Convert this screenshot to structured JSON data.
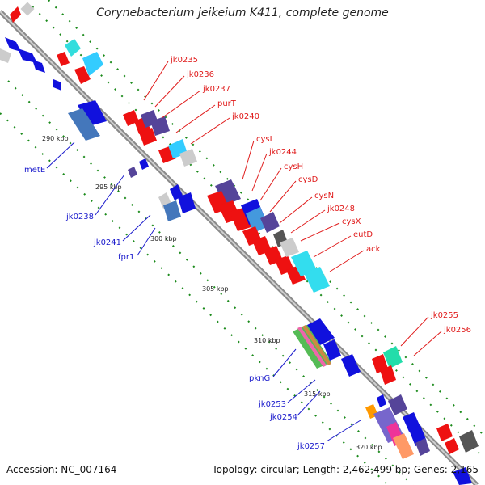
{
  "title": "Corynebacterium jeikeium K411, complete genome",
  "footer": {
    "accession": "Accession: NC_007164",
    "info": "Topology: circular; Length: 2,462,499 bp; Genes: 2,165"
  },
  "ticks": [
    "290 kbp",
    "295 kbp",
    "300 kbp",
    "305 kbp",
    "310 kbp",
    "315 kbp",
    "320 kbp"
  ],
  "forward_labels": [
    "jk0235",
    "jk0236",
    "jk0237",
    "purT",
    "jk0240",
    "cysI",
    "jk0244",
    "cysH",
    "cysD",
    "cysN",
    "jk0248",
    "cysX",
    "eutD",
    "ack",
    "jk0255",
    "jk0256"
  ],
  "reverse_labels": [
    "metE",
    "jk0238",
    "jk0241",
    "fpr1",
    "pknG",
    "jk0253",
    "jk0254",
    "jk0257"
  ],
  "colors": {
    "forward_gene": "#ee1111",
    "reverse_gene": "#1111dd",
    "backbone": "#888888",
    "tick_dots": "#1a8a1a"
  }
}
